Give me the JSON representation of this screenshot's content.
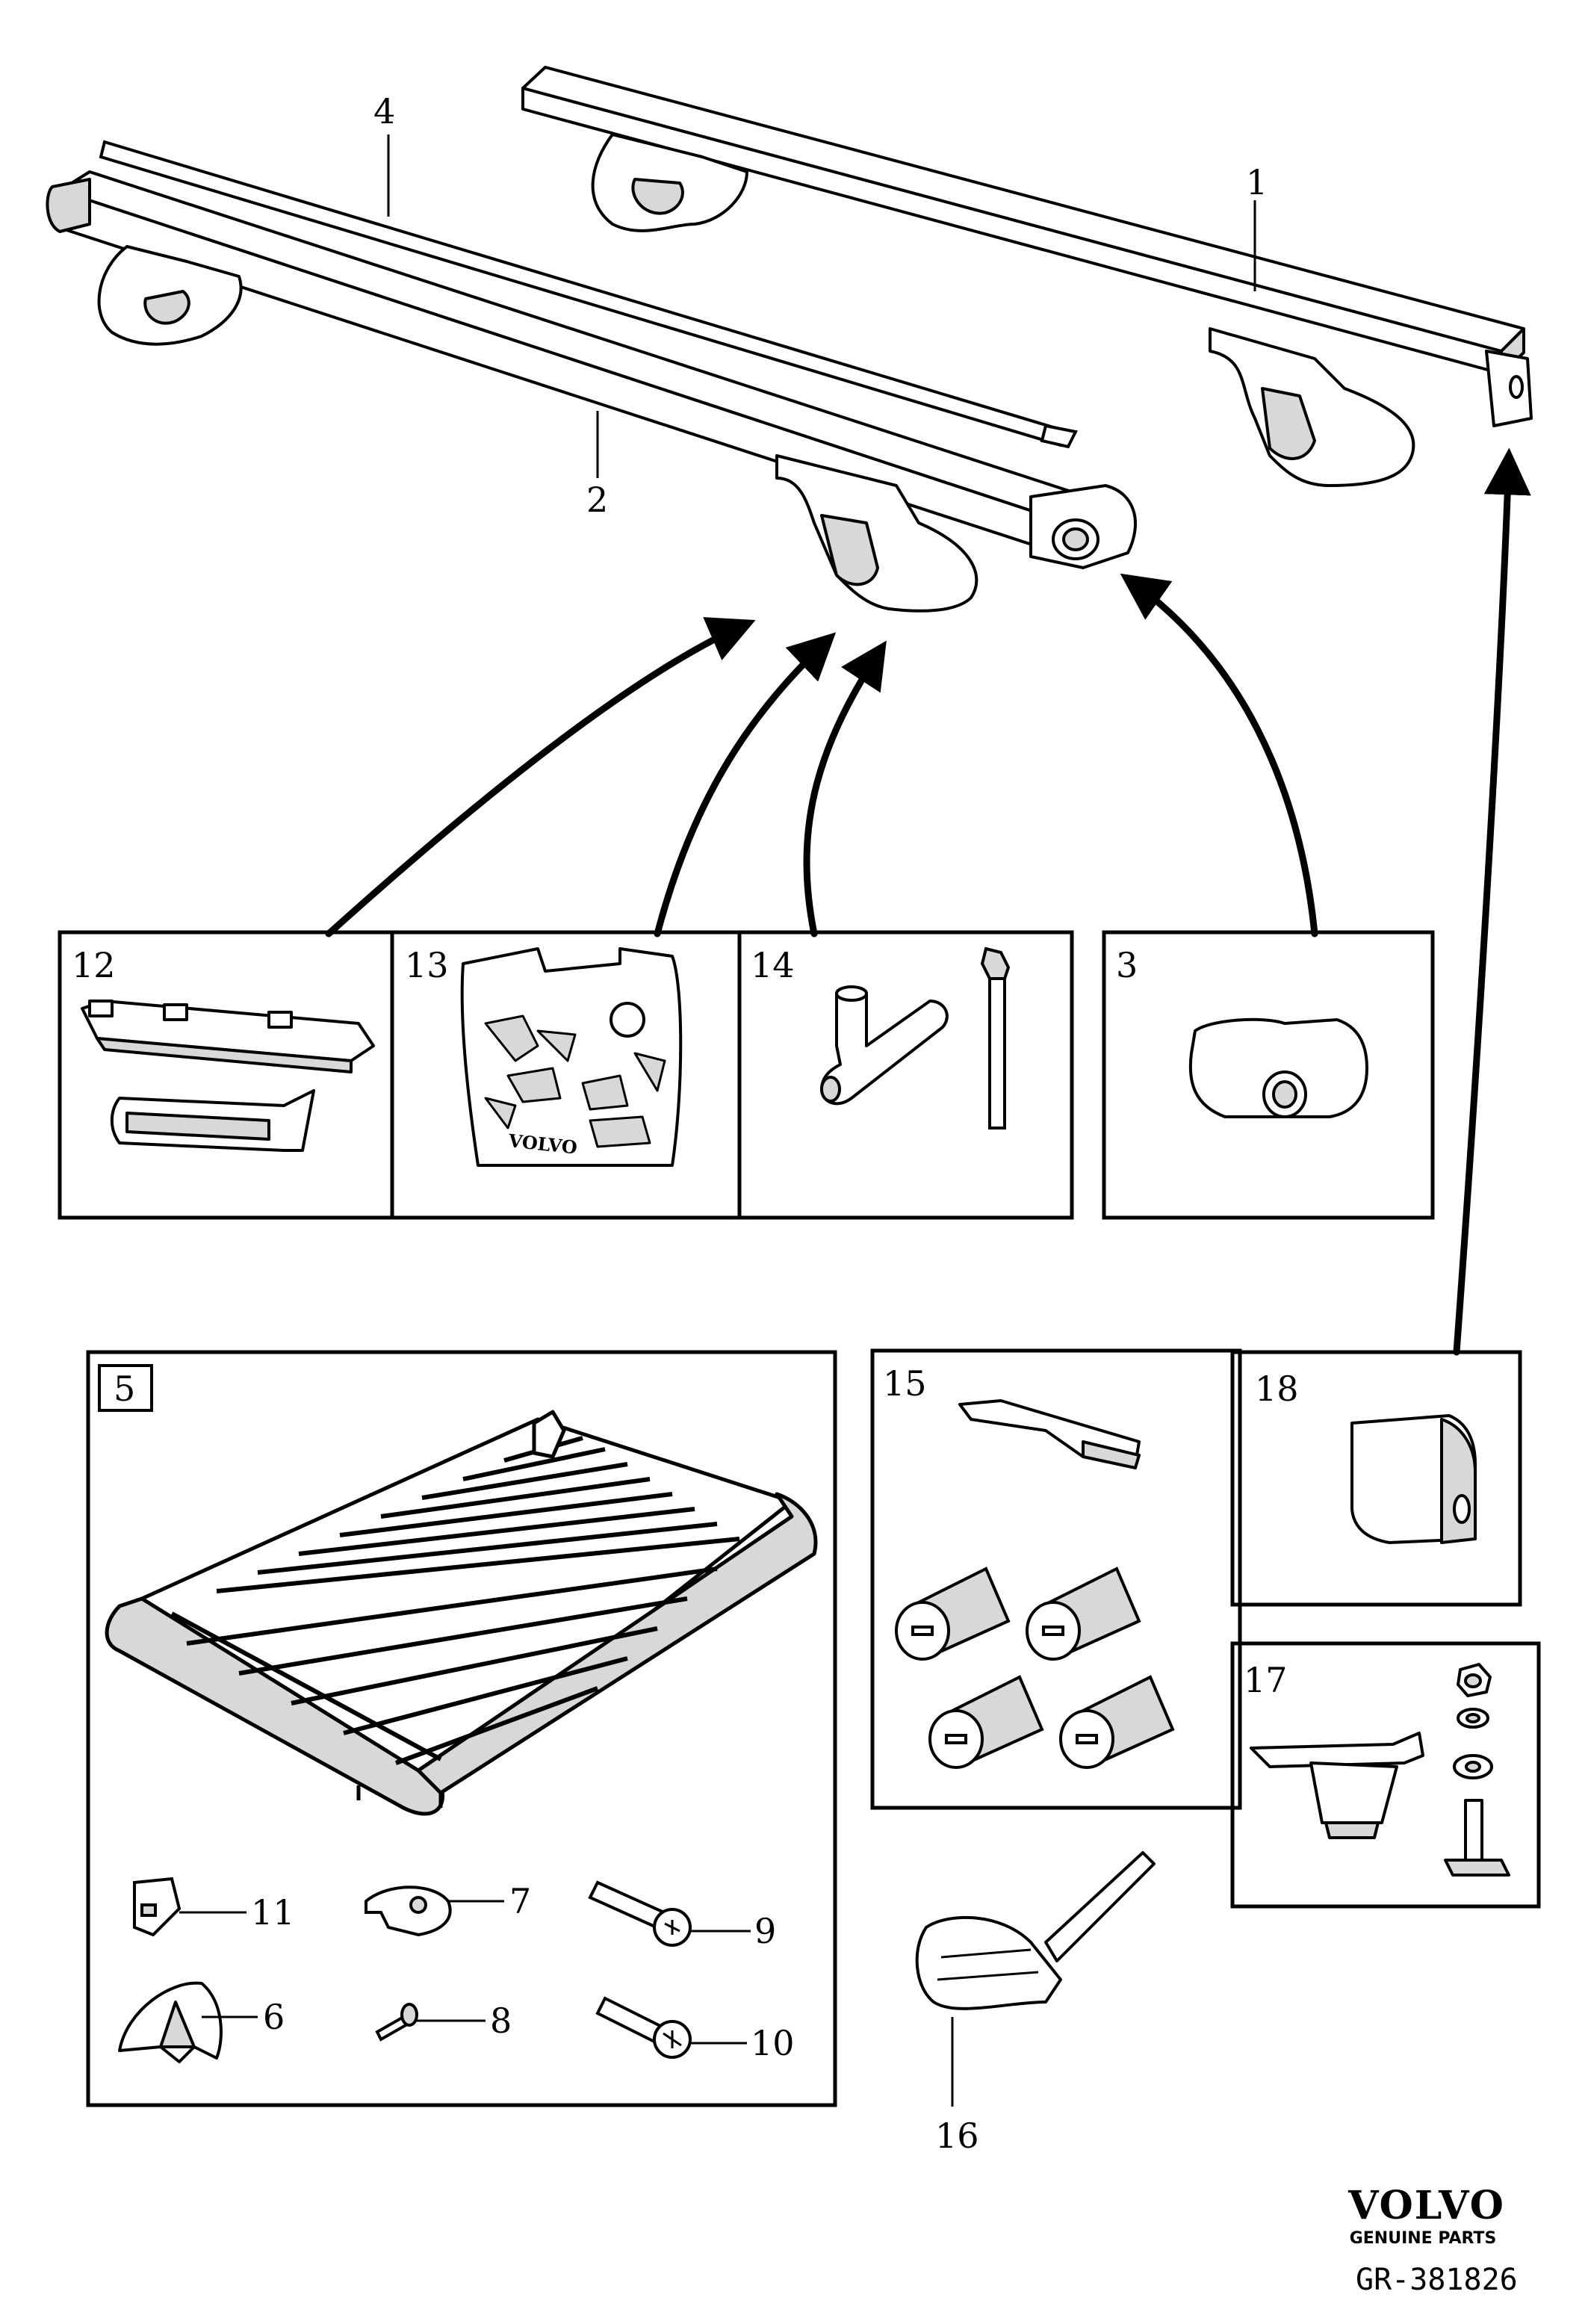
{
  "callouts": {
    "n1": "1",
    "n2": "2",
    "n3": "3",
    "n4": "4",
    "n5": "5",
    "n6": "6",
    "n7": "7",
    "n8": "8",
    "n9": "9",
    "n10": "10",
    "n11": "11",
    "n12": "12",
    "n13": "13",
    "n14": "14",
    "n15": "15",
    "n16": "16",
    "n17": "17",
    "n18": "18"
  },
  "bracket_plate_text": "VOLVO",
  "brand": {
    "logo": "VOLVO",
    "tagline": "GENUINE PARTS"
  },
  "drawing_code": "GR-381826",
  "colors": {
    "line": "#000000",
    "fill": "#ffffff",
    "shade": "#d8d8d8"
  }
}
